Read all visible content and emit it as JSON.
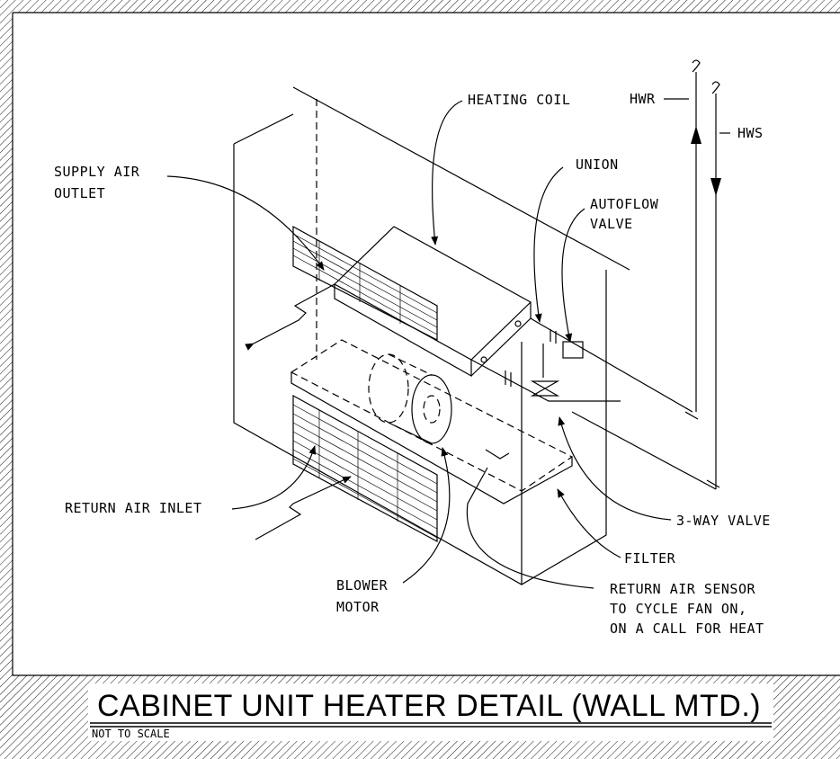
{
  "labels": {
    "heating_coil": "HEATING COIL",
    "hwr": "HWR",
    "hws": "HWS",
    "supply_air_line1": "SUPPLY AIR",
    "supply_air_line2": "OUTLET",
    "union": "UNION",
    "autoflow_line1": "AUTOFLOW",
    "autoflow_line2": "VALVE",
    "return_air_inlet": "RETURN AIR INLET",
    "three_way_valve": "3-WAY VALVE",
    "filter": "FILTER",
    "blower_line1": "BLOWER",
    "blower_line2": "MOTOR",
    "sensor_line1": "RETURN AIR SENSOR",
    "sensor_line2": "TO CYCLE FAN ON,",
    "sensor_line3": "ON A CALL FOR HEAT"
  },
  "title": {
    "main": "CABINET UNIT HEATER DETAIL (WALL MTD.)",
    "scale": "NOT TO SCALE"
  }
}
